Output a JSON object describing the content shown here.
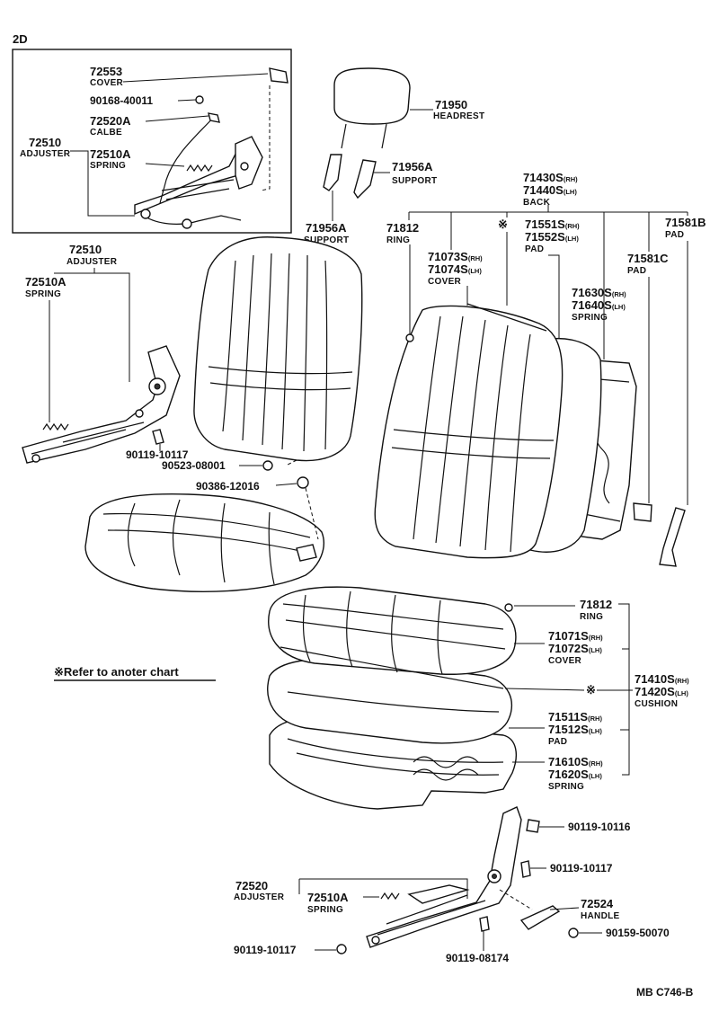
{
  "inset": {
    "title": "2D"
  },
  "note": "※Refer to anoter chart",
  "footer": "MB  C746-B",
  "labels": {
    "cover_72553": {
      "num": "72553",
      "name": "COVER"
    },
    "bolt_90168": {
      "num": "90168-40011"
    },
    "calbe_72520a": {
      "num": "72520A",
      "name": "CALBE"
    },
    "adjuster_72510_inset": {
      "num": "72510",
      "name": "ADJUSTER"
    },
    "spring_72510a_inset": {
      "num": "72510A",
      "name": "SPRING"
    },
    "headrest_71950": {
      "num": "71950",
      "name": "HEADREST"
    },
    "support_71956a_a": {
      "num": "71956A",
      "name": "SUPPORT"
    },
    "support_71956a_b": {
      "num": "71956A",
      "name": "SUPPORT"
    },
    "back_71430": {
      "rh": "71430S",
      "lh": "71440S",
      "rh_tag": "(RH)",
      "lh_tag": "(LH)",
      "name": "BACK"
    },
    "ring_71812_top": {
      "num": "71812",
      "name": "RING"
    },
    "pad_71551": {
      "mark": "※",
      "rh": "71551S",
      "lh": "71552S",
      "rh_tag": "(RH)",
      "lh_tag": "(LH)",
      "name": "PAD"
    },
    "pad_71581b": {
      "num": "71581B",
      "name": "PAD"
    },
    "cover_71073": {
      "rh": "71073S",
      "lh": "71074S",
      "rh_tag": "(RH)",
      "lh_tag": "(LH)",
      "name": "COVER"
    },
    "pad_71581c": {
      "num": "71581C",
      "name": "PAD"
    },
    "spring_71630": {
      "rh": "71630S",
      "lh": "71640S",
      "rh_tag": "(RH)",
      "lh_tag": "(LH)",
      "name": "SPRING"
    },
    "adjuster_72510_left": {
      "num": "72510",
      "name": "ADJUSTER"
    },
    "spring_72510a_left": {
      "num": "72510A",
      "name": "SPRING"
    },
    "bolt_90119_10117_a": {
      "num": "90119-10117"
    },
    "bolt_90523": {
      "num": "90523-08001"
    },
    "bolt_90386": {
      "num": "90386-12016"
    },
    "ring_71812_bottom": {
      "num": "71812",
      "name": "RING"
    },
    "cover_71071": {
      "rh": "71071S",
      "lh": "71072S",
      "rh_tag": "(RH)",
      "lh_tag": "(LH)",
      "name": "COVER"
    },
    "cushion_71410": {
      "mark": "※",
      "rh": "71410S",
      "lh": "71420S",
      "rh_tag": "(RH)",
      "lh_tag": "(LH)",
      "name": "CUSHION"
    },
    "pad_71511": {
      "rh": "71511S",
      "lh": "71512S",
      "rh_tag": "(RH)",
      "lh_tag": "(LH)",
      "name": "PAD"
    },
    "spring_71610": {
      "rh": "71610S",
      "lh": "71620S",
      "rh_tag": "(RH)",
      "lh_tag": "(LH)",
      "name": "SPRING"
    },
    "bolt_90119_10116": {
      "num": "90119-10116"
    },
    "bolt_90119_10117_b": {
      "num": "90119-10117"
    },
    "adjuster_72520": {
      "num": "72520",
      "name": "ADJUSTER"
    },
    "spring_72510a_bottom": {
      "num": "72510A",
      "name": "SPRING"
    },
    "handle_72524": {
      "num": "72524",
      "name": "HANDLE"
    },
    "bolt_90159": {
      "num": "90159-50070"
    },
    "bolt_90119_10117_c": {
      "num": "90119-10117"
    },
    "bolt_90119_08174": {
      "num": "90119-08174"
    }
  }
}
